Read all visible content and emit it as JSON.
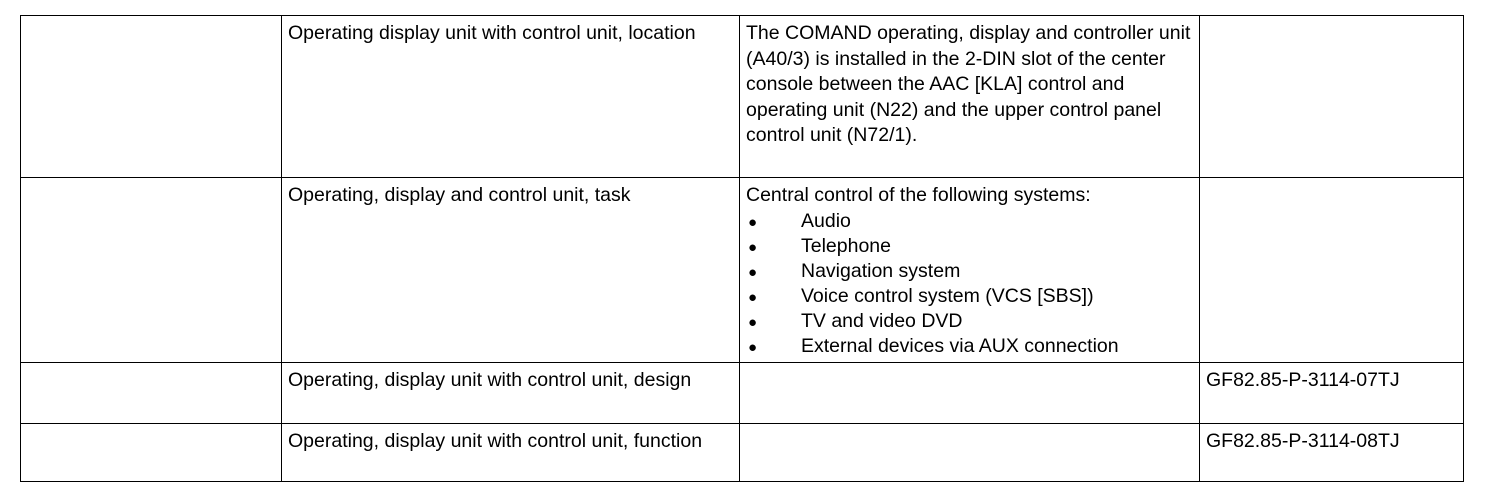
{
  "rows": [
    {
      "col2": "Operating display unit with control unit, location",
      "col3": "The COMAND operating, display and controller unit (A40/3) is installed in the 2-DIN slot of the center console between the AAC [KLA] control and operating unit (N22) and the upper control panel control unit (N72/1).",
      "col4": ""
    },
    {
      "col2": "Operating, display and control unit, task",
      "col3_intro": "Central control of the following systems:",
      "col3_items": [
        "Audio",
        "Telephone",
        "Navigation system",
        "Voice control system (VCS [SBS])",
        "TV and video DVD",
        "External devices via AUX connection"
      ],
      "col4": ""
    },
    {
      "col2": "Operating, display unit with control unit, design",
      "col3": "",
      "col4": "GF82.85-P-3114-07TJ"
    },
    {
      "col2": "Operating, display unit with control unit, function",
      "col3": "",
      "col4": "GF82.85-P-3114-08TJ"
    }
  ],
  "icons": {
    "bullet": "filled-circle-bullet"
  }
}
